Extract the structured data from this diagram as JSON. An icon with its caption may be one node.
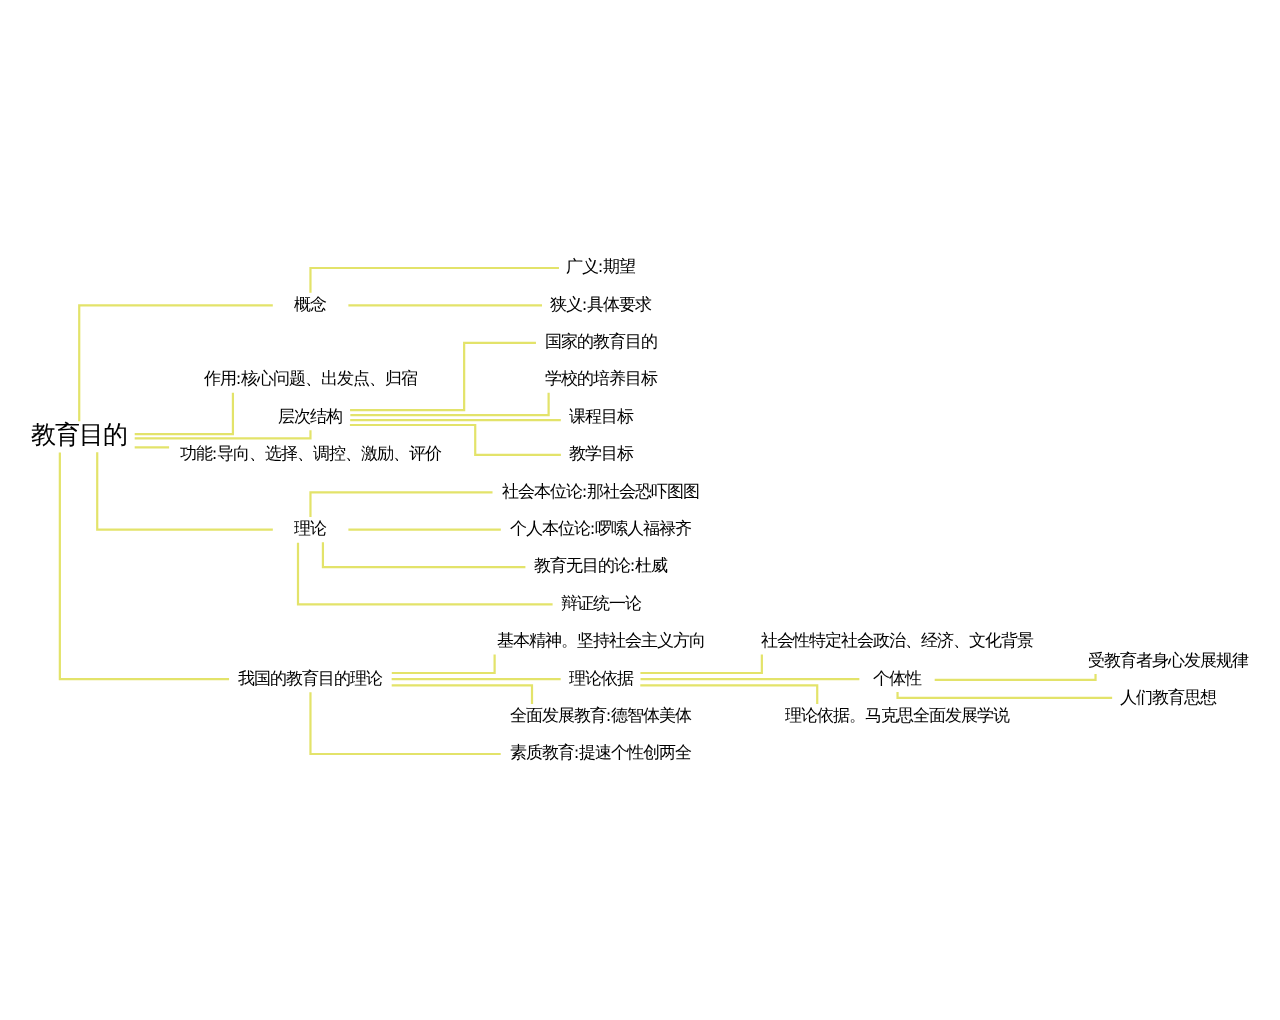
{
  "diagram": {
    "nodes": [
      {
        "text": [
          "教育目的"
        ]
      },
      {
        "text": [
          "概念"
        ]
      },
      {
        "text": [
          "广义:期望"
        ]
      },
      {
        "text": [
          "狭义:具体要求"
        ]
      },
      {
        "text": [
          "作用:核心问题、出发点、归宿"
        ]
      },
      {
        "text": [
          "层次结构"
        ]
      },
      {
        "text": [
          "国家的教育目的"
        ]
      },
      {
        "text": [
          "学校的培养目标"
        ]
      },
      {
        "text": [
          "课程目标"
        ]
      },
      {
        "text": [
          "教学目标"
        ]
      },
      {
        "text": [
          "功能:导向、选择、调控、激励、评价"
        ]
      },
      {
        "text": [
          "理论"
        ]
      },
      {
        "text": [
          "社会本位论:那社会恐吓图图"
        ]
      },
      {
        "text": [
          "个人本位论:啰嗦人福禄齐"
        ]
      },
      {
        "text": [
          "教育无目的论:杜威"
        ]
      },
      {
        "text": [
          "辩证统一论"
        ]
      },
      {
        "text": [
          "我国的教育目的理论"
        ]
      },
      {
        "text": [
          "基本精神。坚持社会主义方向"
        ]
      },
      {
        "text": [
          "理论依据"
        ]
      },
      {
        "text": [
          "社会性特定社会政治、经济、文化背景"
        ]
      },
      {
        "text": [
          "个体性"
        ]
      },
      {
        "text": [
          "受教育者身心发展规律"
        ]
      },
      {
        "text": [
          "人们教育思想"
        ]
      },
      {
        "text": [
          "理论依据。马克思全面发展学说"
        ]
      },
      {
        "text": [
          "全面发展教育:德智体美体"
        ]
      },
      {
        "text": [
          "素质教育:提速个性创两全"
        ]
      }
    ],
    "edges": [
      {
        "from": 0,
        "to": 1,
        "arrow": "none"
      },
      {
        "from": 1,
        "to": 2,
        "arrow": "none"
      },
      {
        "from": 1,
        "to": 3,
        "arrow": "none"
      },
      {
        "from": 0,
        "to": 4,
        "arrow": "none"
      },
      {
        "from": 0,
        "to": 5,
        "arrow": "none"
      },
      {
        "from": 5,
        "to": 6,
        "arrow": "none"
      },
      {
        "from": 5,
        "to": 7,
        "arrow": "none"
      },
      {
        "from": 5,
        "to": 8,
        "arrow": "none"
      },
      {
        "from": 5,
        "to": 9,
        "arrow": "none"
      },
      {
        "from": 0,
        "to": 10,
        "arrow": "none"
      },
      {
        "from": 0,
        "to": 11,
        "arrow": "none"
      },
      {
        "from": 11,
        "to": 12,
        "arrow": "none"
      },
      {
        "from": 11,
        "to": 13,
        "arrow": "none"
      },
      {
        "from": 11,
        "to": 14,
        "arrow": "none"
      },
      {
        "from": 11,
        "to": 15,
        "arrow": "none"
      },
      {
        "from": 0,
        "to": 16,
        "arrow": "none"
      },
      {
        "from": 16,
        "to": 17,
        "arrow": "none"
      },
      {
        "from": 16,
        "to": 18,
        "arrow": "none"
      },
      {
        "from": 18,
        "to": 19,
        "arrow": "none"
      },
      {
        "from": 18,
        "to": 20,
        "arrow": "none"
      },
      {
        "from": 20,
        "to": 21,
        "arrow": "none"
      },
      {
        "from": 20,
        "to": 22,
        "arrow": "none"
      },
      {
        "from": 18,
        "to": 23,
        "arrow": "none"
      },
      {
        "from": 16,
        "to": 24,
        "arrow": "none"
      },
      {
        "from": 16,
        "to": 25,
        "arrow": "none"
      }
    ]
  }
}
